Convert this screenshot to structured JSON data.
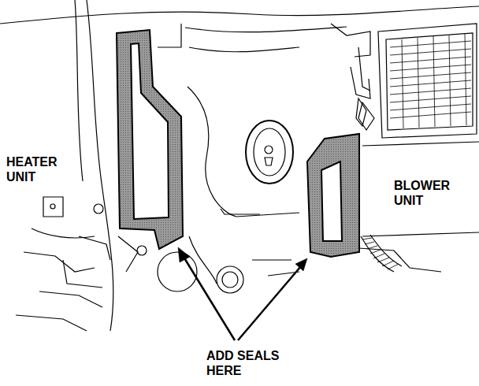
{
  "diagram": {
    "labels": [
      "HEATER UNIT",
      "BLOWER UNIT",
      "ADD SEALS HERE"
    ]
  }
}
